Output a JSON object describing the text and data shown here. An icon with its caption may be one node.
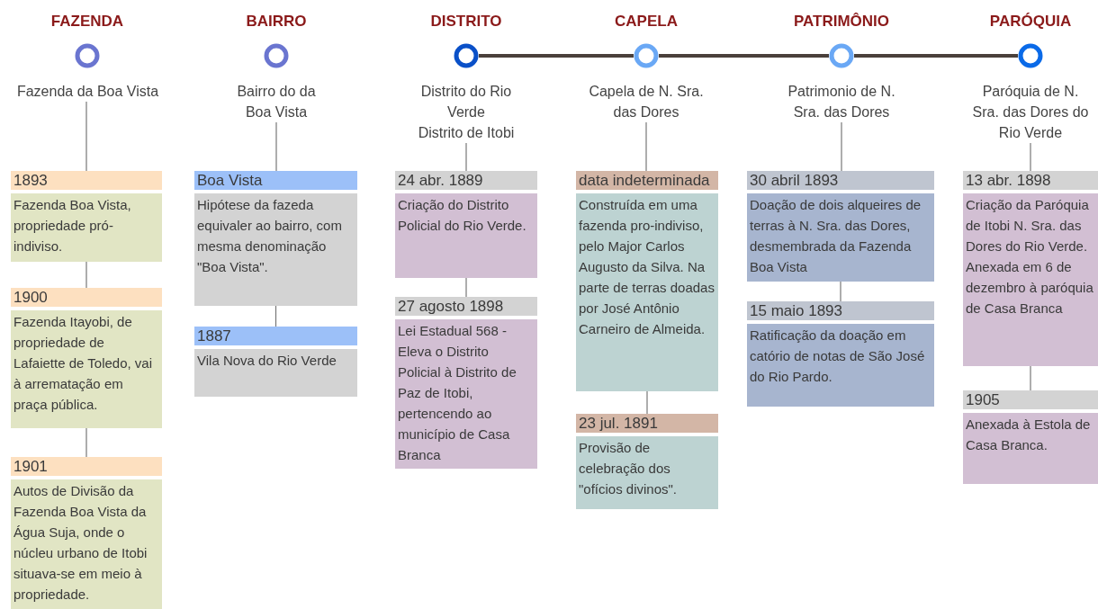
{
  "diagram": {
    "nodes": [
      {
        "text": [],
        "shape": "circle",
        "beside": [
          "FAZENDA"
        ]
      },
      {
        "text": [
          "Fazenda da Boa Vista"
        ]
      },
      {
        "text": [
          "1893",
          "Fazenda Boa Vista, propriedade pró-indiviso."
        ]
      },
      {
        "text": [
          "1900",
          "Fazenda Itayobi, de propriedade de Lafaiette de Toledo, vai à arrematação em praça pública."
        ]
      },
      {
        "text": [
          "1901",
          "Autos de Divisão da Fazenda Boa Vista da Água Suja, onde o núcleu urbano de Itobi situava-se em meio à propriedade."
        ]
      },
      {
        "text": [],
        "shape": "circle",
        "beside": [
          "BAIRRO"
        ]
      },
      {
        "text": [
          "Bairro do da Boa Vista"
        ]
      },
      {
        "text": [
          "Boa Vista",
          "Hipótese da fazeda equivaler ao bairro, com mesma denominação \"Boa Vista\"."
        ]
      },
      {
        "text": [
          "1887",
          "Vila Nova do Rio Verde"
        ]
      },
      {
        "text": [],
        "shape": "circle",
        "beside": [
          "DISTRITO"
        ]
      },
      {
        "text": [
          "Distrito do Rio Verde",
          "Distrito de Itobi"
        ]
      },
      {
        "text": [
          "24 abr. 1889",
          "Criação do Distrito Policial do Rio Verde."
        ]
      },
      {
        "text": [
          "27 agosto 1898",
          "Lei Estadual 568 - Eleva o Distrito Policial à Distrito de Paz de Itobi, pertencendo ao município de Casa Branca"
        ]
      },
      {
        "text": [],
        "shape": "circle",
        "beside": [
          "CAPELA"
        ]
      },
      {
        "text": [
          "Capela de N. Sra. das Dores"
        ]
      },
      {
        "text": [
          "data indeterminada",
          "Construída em uma fazenda pro-indiviso, pelo Major Carlos Augusto da Silva. Na parte de terras doadas por José Antônio Carneiro de Almeida."
        ]
      },
      {
        "text": [
          "23 jul. 1891",
          "Provisão de celebração dos \"ofícios divinos\"."
        ]
      },
      {
        "text": [],
        "shape": "circle",
        "beside": [
          "PATRIMÔNIO"
        ]
      },
      {
        "text": [
          "Patrimonio de N. Sra. das Dores"
        ]
      },
      {
        "text": [
          "30 abril 1893",
          "Doação de dois alqueires de terras à N. Sra. das Dores, desmembrada da Fazenda Boa Vista"
        ]
      },
      {
        "text": [
          "15 maio 1893",
          "Ratificação da doação em catório de notas de São José do Rio Pardo."
        ]
      },
      {
        "text": [],
        "shape": "circle",
        "beside": [
          "PARÓQUIA"
        ]
      },
      {
        "text": [
          "Paróquia de N. Sra. das Dores do Rio Verde"
        ]
      },
      {
        "text": [
          "13 abr. 1898",
          "Criação da Paróquia de Itobi N. Sra. das Dores do Rio Verde. Anexada em 6 de dezembro à paróquia de Casa Branca"
        ]
      },
      {
        "text": [
          "1905",
          "Anexada à Estola de Casa Branca."
        ]
      }
    ],
    "edges": [
      {
        "from": 1,
        "to": 2,
        "arrow": "none"
      },
      {
        "from": 2,
        "to": 3,
        "arrow": "none"
      },
      {
        "from": 3,
        "to": 4,
        "arrow": "none"
      },
      {
        "from": 6,
        "to": 7,
        "arrow": "none"
      },
      {
        "from": 7,
        "to": 8,
        "arrow": "none"
      },
      {
        "from": 10,
        "to": 11,
        "arrow": "none"
      },
      {
        "from": 11,
        "to": 12,
        "arrow": "none"
      },
      {
        "from": 14,
        "to": 15,
        "arrow": "none"
      },
      {
        "from": 15,
        "to": 16,
        "arrow": "none"
      },
      {
        "from": 18,
        "to": 19,
        "arrow": "none"
      },
      {
        "from": 19,
        "to": 20,
        "arrow": "none"
      },
      {
        "from": 22,
        "to": 23,
        "arrow": "none"
      },
      {
        "from": 23,
        "to": 24,
        "arrow": "none"
      },
      {
        "from": 9,
        "to": 13,
        "arrow": "none",
        "style": "thick",
        "color": "#4a403b"
      },
      {
        "from": 13,
        "to": 17,
        "arrow": "none",
        "style": "thick",
        "color": "#4a403b"
      },
      {
        "from": 17,
        "to": 21,
        "arrow": "none",
        "style": "thick",
        "color": "#4a403b"
      }
    ]
  }
}
